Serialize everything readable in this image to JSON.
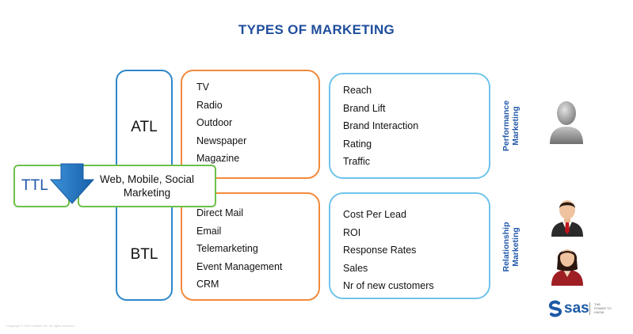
{
  "title": "TYPES OF MARKETING",
  "atl": {
    "label": "ATL",
    "channels": [
      "TV",
      "Radio",
      "Outdoor",
      "Newspaper",
      "Magazine"
    ],
    "metrics": [
      "Reach",
      "Brand Lift",
      "Brand Interaction",
      "Rating",
      "Traffic"
    ],
    "side_label": "Performance Marketing"
  },
  "btl": {
    "label": "BTL",
    "channels": [
      "Direct Mail",
      "Email",
      "Telemarketing",
      "Event Management",
      "CRM"
    ],
    "metrics": [
      "Cost Per Lead",
      "ROI",
      "Response Rates",
      "Sales",
      "Nr of new customers"
    ],
    "side_label": "Relationship Marketing"
  },
  "ttl": {
    "label": "TTL",
    "channels_text": "Web, Mobile, Social Marketing"
  },
  "colors": {
    "title": "#1f4e9c",
    "atl_btl_border": "#2f87c8",
    "channel_border": "#f28a3c",
    "metric_border": "#6fc4ea",
    "ttl_border": "#6cc04a",
    "arrow": "#1e73be"
  },
  "icons": [
    "generic-person-icon",
    "businessman-icon",
    "businesswoman-icon",
    "sas-logo-icon"
  ],
  "logo": {
    "text": "sas",
    "tagline": "THE POWER TO KNOW"
  },
  "footer": "Copyright © SAS Institute Inc. All rights reserved."
}
